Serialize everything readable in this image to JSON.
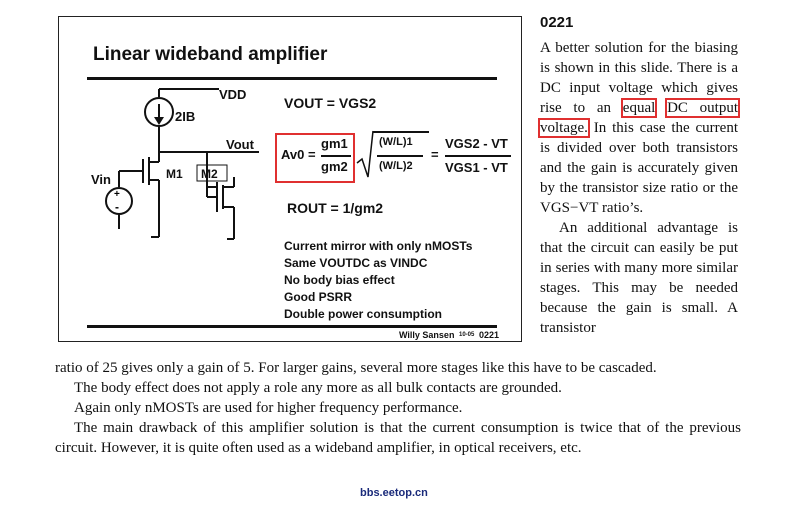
{
  "slide": {
    "title": "Linear wideband amplifier",
    "labels": {
      "vdd": "VDD",
      "current_source": "2IB",
      "vout": "Vout",
      "vin": "Vin",
      "m1": "M1",
      "m2": "M2"
    },
    "equations": {
      "vout_line": "VOUT = VGS2",
      "gain_lhs": "Av0 =",
      "gm1": "gm1",
      "gm2": "gm2",
      "wl1": "(W/L)1",
      "wl2": "(W/L)2",
      "vgs2_vt": "VGS2 - VT",
      "vgs1_vt": "VGS1 - VT",
      "rout": "ROUT = 1/gm2"
    },
    "bullets": [
      "Current mirror with only nMOSTs",
      "Same VOUTDC as VINDC",
      "No body bias effect",
      "Good PSRR",
      "Double power consumption"
    ],
    "footer": {
      "author": "Willy Sansen",
      "date": "10-05",
      "number": "0221"
    }
  },
  "page": {
    "slide_number": "0221",
    "right_para1_a": "A better solution for the biasing is shown in this slide. There is a DC input voltage which gives rise to an ",
    "highlight1": "equal",
    "highlight2": "DC output voltage.",
    "right_para1_b": " In this case the current is divided over both transistors and the gain is accurately given by the transistor size ratio or the VGS−VT ratio’s.",
    "right_para2": "An additional advantage is that the circuit can easily be put in series with many more similar stages. This may be needed because the gain is small. A transistor",
    "bottom_line1": "ratio of 25 gives only a gain of 5. For larger gains, several more stages like this have to be cascaded.",
    "bottom_p2": "The body effect does not apply a role any more as all bulk contacts are grounded.",
    "bottom_p3": "Again only nMOSTs are used for higher frequency performance.",
    "bottom_p4": "The main drawback of this amplifier solution is that the current consumption is twice that of the previous circuit. However, it is quite often used as a wideband amplifier, in optical receivers, etc.",
    "watermark": "bbs.eetop.cn"
  },
  "colors": {
    "highlight_box": "#e03030",
    "watermark": "#1a2a7a"
  }
}
